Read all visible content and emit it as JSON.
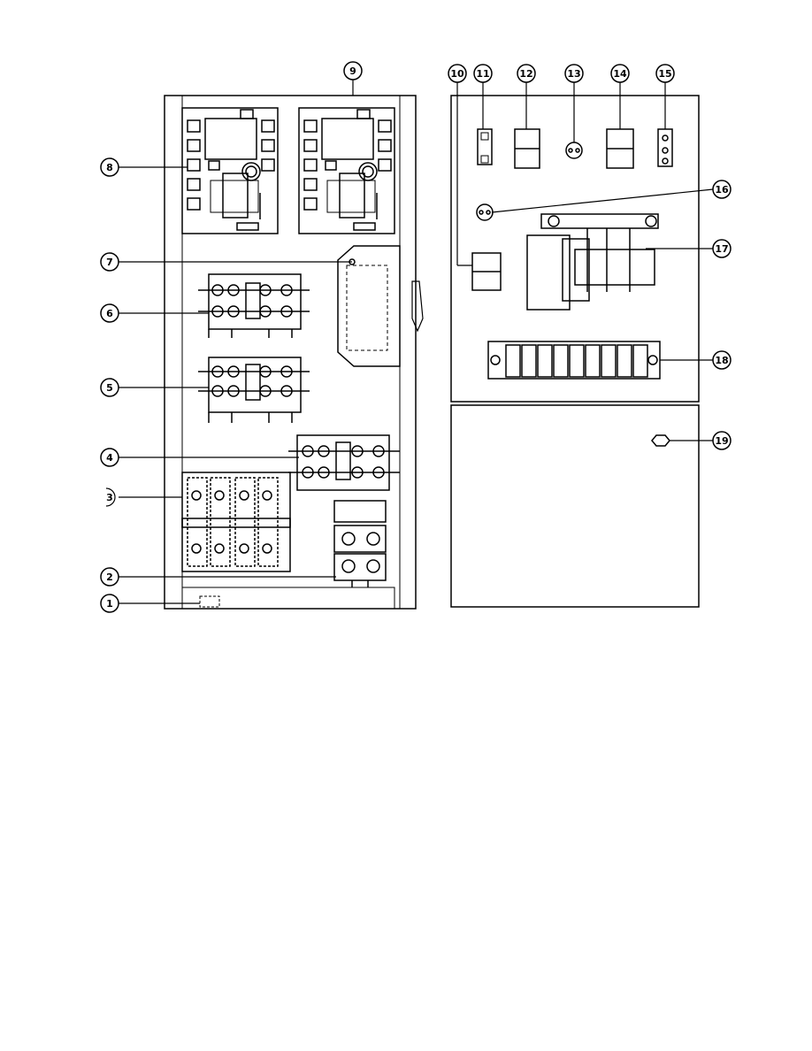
{
  "callouts": {
    "c1": "1",
    "c2": "2",
    "c3": "3",
    "c4": "4",
    "c5": "5",
    "c6": "6",
    "c7": "7",
    "c8": "8",
    "c9": "9",
    "c10": "10",
    "c11": "11",
    "c12": "12",
    "c13": "13",
    "c14": "14",
    "c15": "15",
    "c16": "16",
    "c17": "17",
    "c18": "18",
    "c19": "19"
  },
  "colors": {
    "ink": "#000000",
    "paper": "#ffffff"
  }
}
